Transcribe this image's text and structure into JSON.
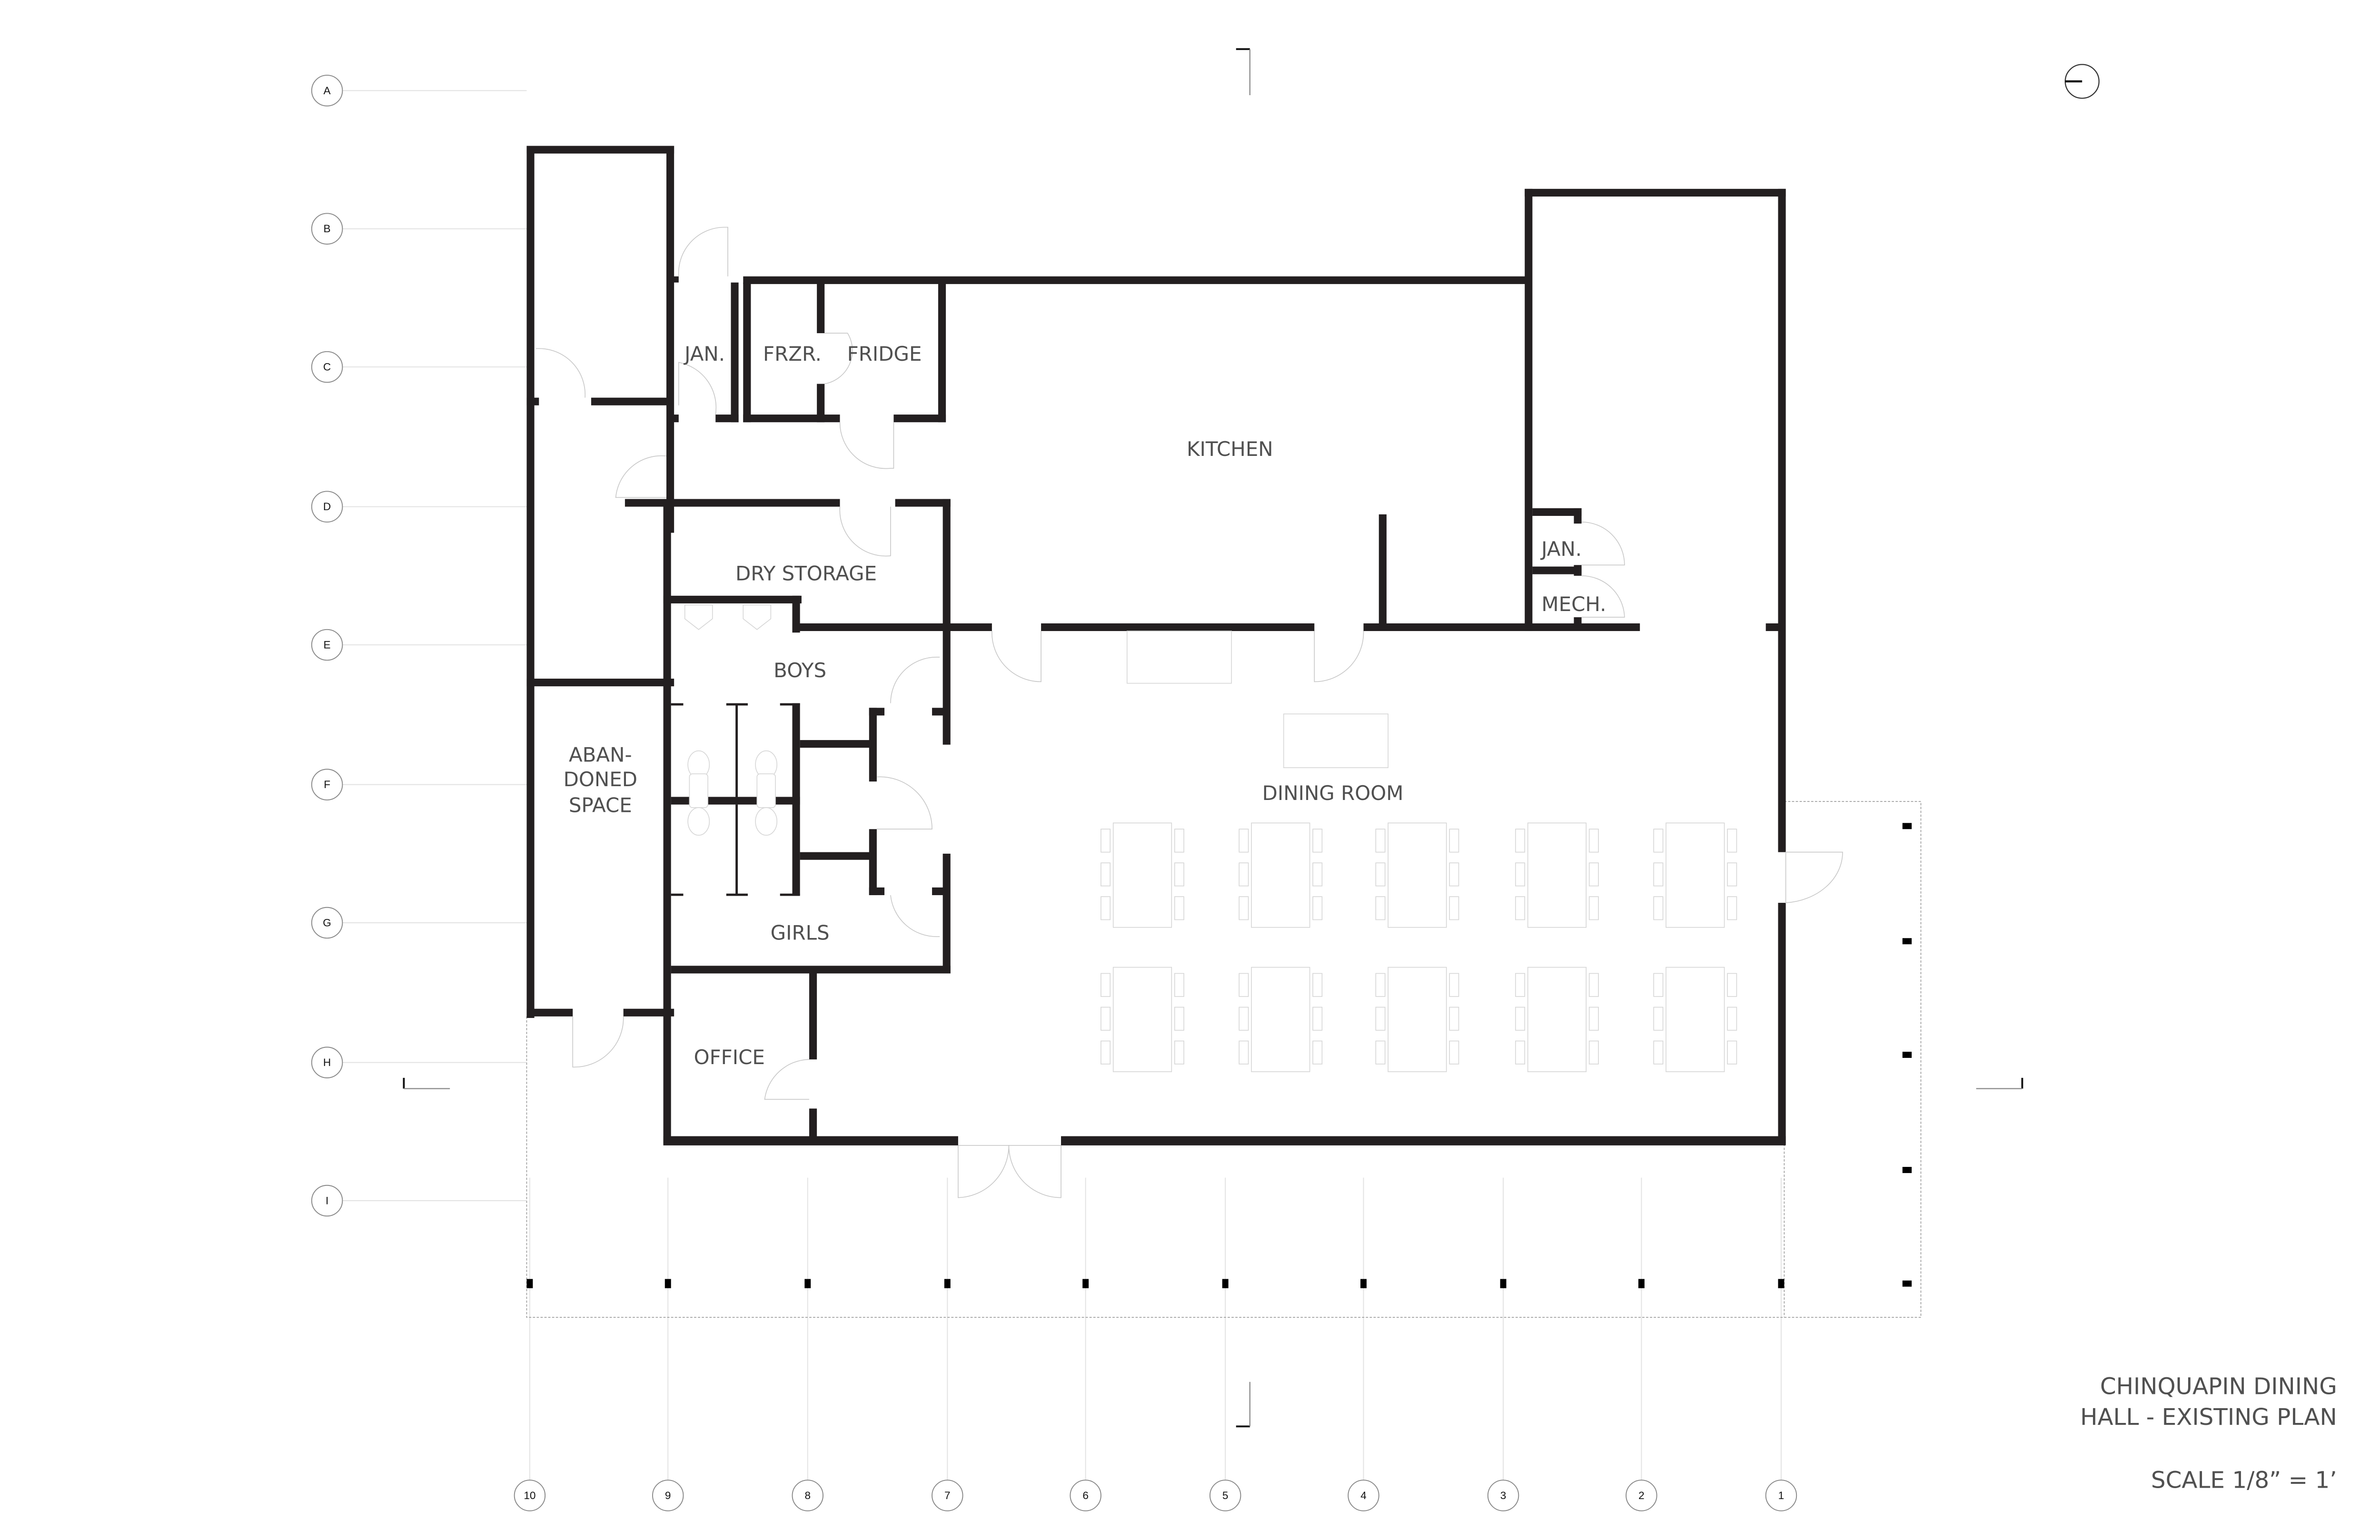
{
  "title": {
    "line1": "CHINQUAPIN DINING",
    "line2": "HALL - EXISTING PLAN",
    "scale": "SCALE 1/8” = 1’"
  },
  "rooms": {
    "jan_west": "JAN.",
    "frzr": "FRZR.",
    "fridge": "FRIDGE",
    "kitchen": "KITCHEN",
    "dry_storage": "DRY STORAGE",
    "boys": "BOYS",
    "girls": "GIRLS",
    "abandoned_1": "ABAN-",
    "abandoned_2": "DONED",
    "abandoned_3": "SPACE",
    "office": "OFFICE",
    "dining_room": "DINING ROOM",
    "jan_east": "JAN.",
    "mech": "MECH."
  },
  "grid": {
    "rows": [
      "A",
      "B",
      "C",
      "D",
      "E",
      "F",
      "G",
      "H",
      "I"
    ],
    "columns": [
      "10",
      "9",
      "8",
      "7",
      "6",
      "5",
      "4",
      "3",
      "2",
      "1"
    ]
  },
  "symbols": {
    "north_arrow": "north-arrow-icon",
    "section_markers": "section-cut-markers"
  },
  "colors": {
    "wall": "#231f20",
    "label": "#505050",
    "gridline": "#e2e2e2"
  }
}
